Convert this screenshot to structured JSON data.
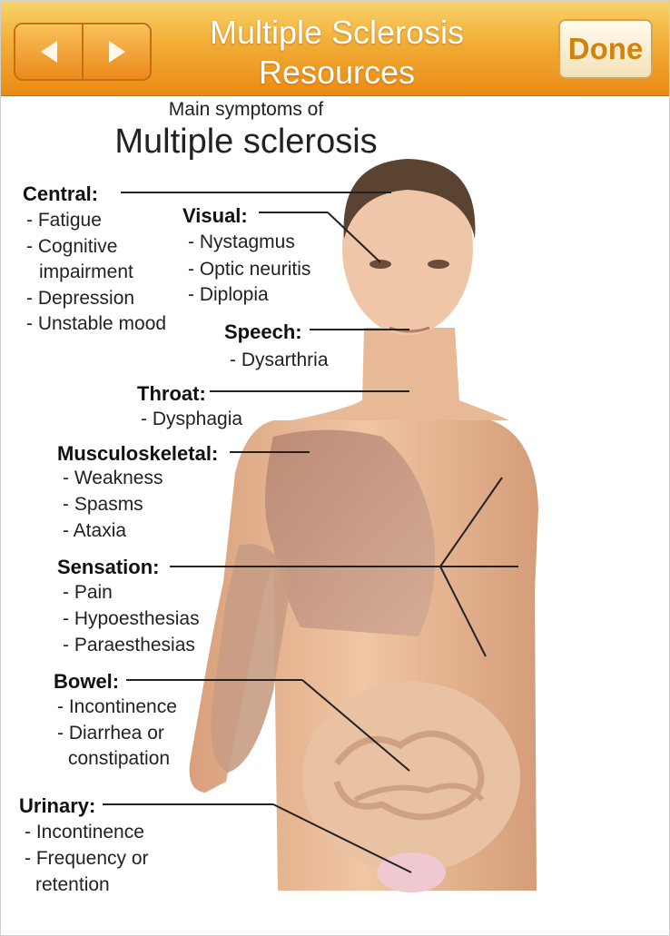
{
  "header": {
    "title_line1": "Multiple Sclerosis",
    "title_line2": "Resources",
    "done_label": "Done",
    "back_icon": "triangle-left-icon",
    "forward_icon": "triangle-right-icon"
  },
  "diagram": {
    "subtitle": "Main symptoms of",
    "title": "Multiple sclerosis",
    "groups": {
      "central": {
        "heading": "Central:",
        "items": [
          "- Fatigue",
          "- Cognitive",
          "impairment",
          "- Depression",
          "- Unstable mood"
        ]
      },
      "visual": {
        "heading": "Visual:",
        "items": [
          "- Nystagmus",
          "- Optic neuritis",
          "- Diplopia"
        ]
      },
      "speech": {
        "heading": "Speech:",
        "items": [
          "- Dysarthria"
        ]
      },
      "throat": {
        "heading": "Throat:",
        "items": [
          "- Dysphagia"
        ]
      },
      "musculoskeletal": {
        "heading": "Musculoskeletal:",
        "items": [
          "- Weakness",
          "- Spasms",
          "- Ataxia"
        ]
      },
      "sensation": {
        "heading": "Sensation:",
        "items": [
          "- Pain",
          "- Hypoesthesias",
          "- Paraesthesias"
        ]
      },
      "bowel": {
        "heading": "Bowel:",
        "items": [
          "- Incontinence",
          "- Diarrhea or",
          "constipation"
        ]
      },
      "urinary": {
        "heading": "Urinary:",
        "items": [
          "- Incontinence",
          "- Frequency or",
          "retention"
        ]
      }
    }
  },
  "colors": {
    "header_top": "#f8d36c",
    "header_bottom": "#e98b15",
    "done_text": "#d4820c",
    "skin": "#e9bb98",
    "muscle": "#c79a84",
    "hair": "#5a4331"
  }
}
